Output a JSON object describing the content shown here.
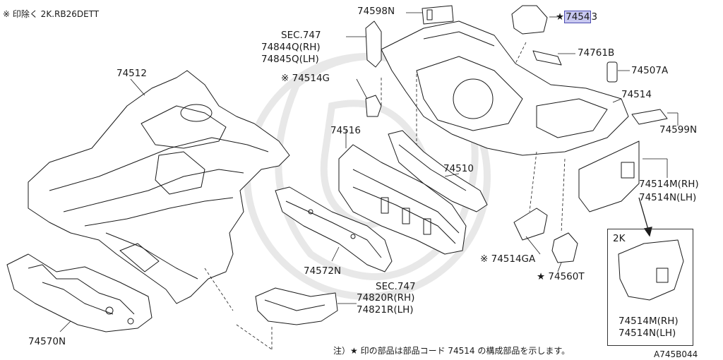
{
  "header_note": "※ 印除く 2K.RB26DETT",
  "footnote": "注）★ 印の部品は部品コード 74514 の構成部品を示します。",
  "diagram_id": "A745B044",
  "inset_label": "2K",
  "labels": {
    "p74598N": "74598N",
    "sec747_a": "SEC.747",
    "p74844Q": "74844Q(RH)",
    "p74845Q": "74845Q(LH)",
    "p74543": "7454",
    "p74543_tail": "3",
    "p74761B": "74761B",
    "p74507A": "74507A",
    "p74512": "74512",
    "p74514G": "※ 74514G",
    "p74514": "74514",
    "p74599N": "74599N",
    "p74516": "74516",
    "p74510": "74510",
    "p74514M_1": "74514M(RH)",
    "p74514N_1": "74514N(LH)",
    "p74572N": "74572N",
    "p74514GA": "※ 74514GA",
    "p74560T": "★ 74560T",
    "p74570N": "74570N",
    "sec747_b": "SEC.747",
    "p74820R": "74820R(RH)",
    "p74821R": "74821R(LH)",
    "p74514M_2": "74514M(RH)",
    "p74514N_2": "74514N(LH)",
    "star": "★"
  },
  "colors": {
    "line": "#1a1a1a",
    "highlight_fill": "#c8c8f0",
    "highlight_border": "#4b4bb0",
    "watermark": "#e6e6e6"
  }
}
